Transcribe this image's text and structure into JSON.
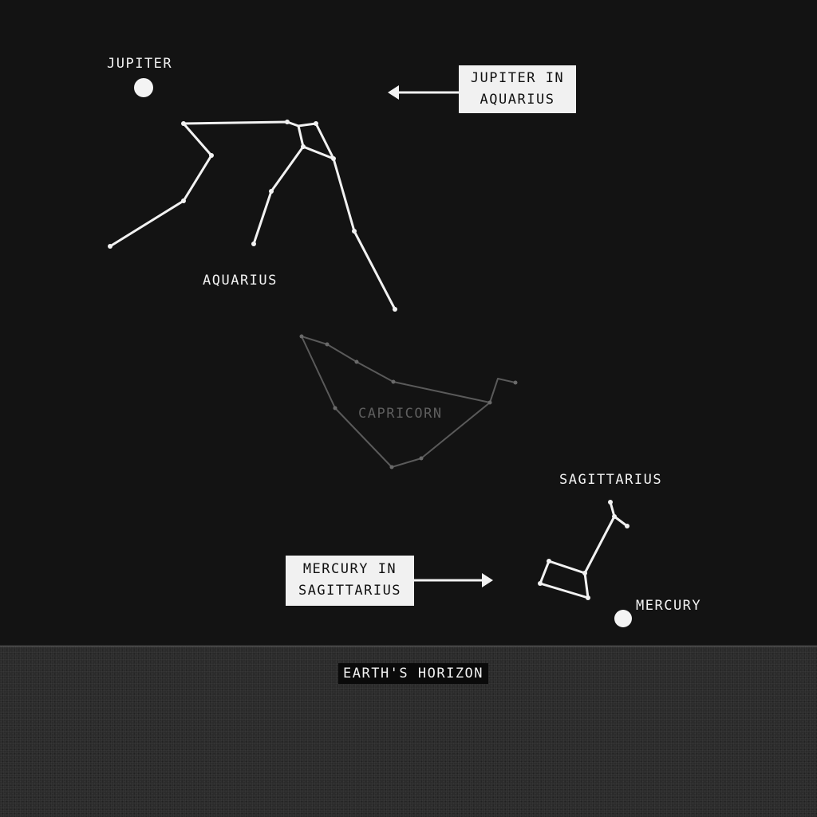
{
  "labels": {
    "jupiter": "JUPITER",
    "aquarius": "AQUARIUS",
    "capricorn": "CAPRICORN",
    "sagittarius": "SAGITTARIUS",
    "mercury": "MERCURY",
    "horizon": "EARTH'S HORIZON"
  },
  "callouts": {
    "jupiter_in_aquarius": [
      "JUPITER IN",
      "AQUARIUS"
    ],
    "mercury_in_sagittarius": [
      "MERCURY IN",
      "SAGITTARIUS"
    ]
  },
  "colors": {
    "sky": "#131313",
    "ground": "#2b2b2b",
    "bright_line": "#f2f2f2",
    "dim_line": "#5a5a5a"
  }
}
